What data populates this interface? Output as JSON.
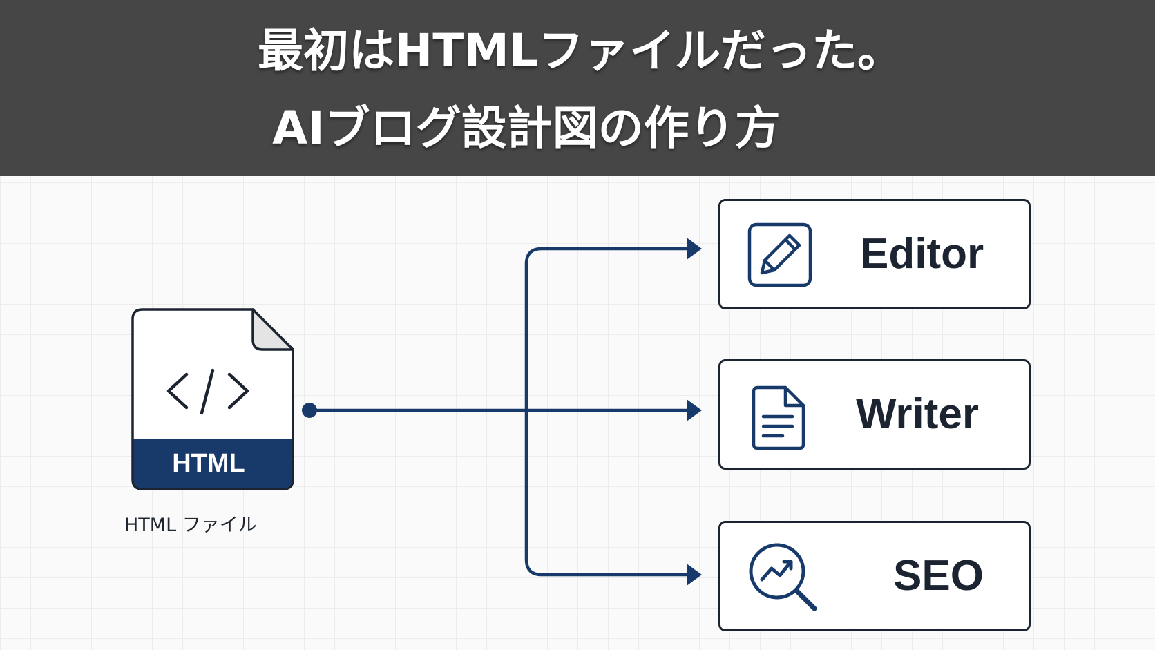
{
  "title": {
    "line1": "最初はHTMLファイルだった。",
    "line2": "AIブログ設計図の作り方"
  },
  "source_file": {
    "badge": "HTML",
    "caption": "HTML ファイル",
    "icon": "code-icon"
  },
  "targets": [
    {
      "label": "Editor",
      "icon": "pencil-icon"
    },
    {
      "label": "Writer",
      "icon": "document-icon"
    },
    {
      "label": "SEO",
      "icon": "analytics-search-icon"
    }
  ],
  "colors": {
    "banner": "#464646",
    "title_text": "#ffffff",
    "navy": "#173a6b",
    "card_border": "#1c2431",
    "card_text": "#1c2431",
    "background": "#fafafa"
  }
}
